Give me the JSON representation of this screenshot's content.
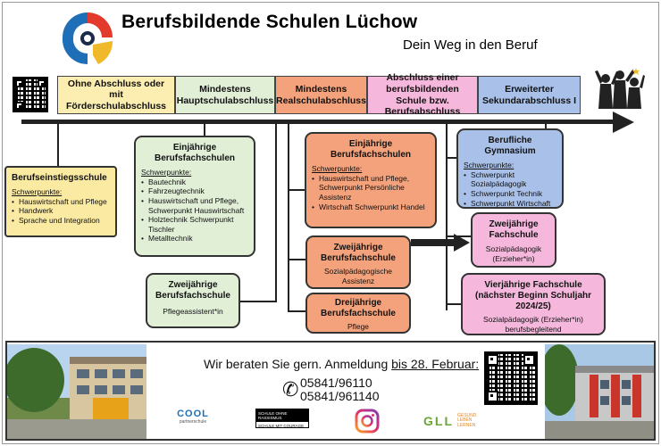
{
  "header": {
    "title": "Berufsbildende Schulen Lüchow",
    "subtitle": "Dein Weg in den Beruf",
    "brand_colors": [
      "#1f6fb8",
      "#e23b2d",
      "#f0b929",
      "#1a2a4a"
    ]
  },
  "levels": [
    {
      "label": "Ohne Abschluss oder mit Förderschulabschluss",
      "color": "#fcedb0"
    },
    {
      "label": "Mindestens Hauptschulabschluss",
      "color": "#e1efd7"
    },
    {
      "label": "Mindestens Realschulabschluss",
      "color": "#f4a27b"
    },
    {
      "label": "Abschluss einer berufsbildenden Schule bzw. Berufsabschluss",
      "color": "#f5b8dc"
    },
    {
      "label": "Erweiterter Sekundarabschluss I",
      "color": "#a9c0e8"
    }
  ],
  "boxes": {
    "berufseinstieg": {
      "title": "Berufseinstiegsschule",
      "sp_label": "Schwerpunkte:",
      "items": [
        "Hauswirtschaft und Pflege",
        "Handwerk",
        "Sprache und Integration"
      ]
    },
    "einjaehrig_hs": {
      "title": "Einjährige Berufsfachschulen",
      "sp_label": "Schwerpunkte:",
      "items": [
        "Bautechnik",
        "Fahrzeugtechnik",
        "Hauswirtschaft und Pflege, Schwerpunkt Hauswirtschaft",
        "Holztechnik Schwerpunkt Tischler",
        "Metalltechnik"
      ]
    },
    "zweijaehrig_hs": {
      "title": "Zweijährige Berufsfachschule",
      "text": "Pflegeassistent*in"
    },
    "einjaehrig_rs": {
      "title": "Einjährige Berufsfachschulen",
      "sp_label": "Schwerpunkte:",
      "items": [
        "Hauswirtschaft und Pflege, Schwerpunkt Persönliche Assistenz",
        "Wirtschaft Schwerpunkt Handel"
      ]
    },
    "zweijaehrig_rs": {
      "title": "Zweijährige Berufsfachschule",
      "text": "Sozialpädagogische Assistenz"
    },
    "dreijaehrig_rs": {
      "title": "Dreijährige Berufsfachschule",
      "text": "Pflege"
    },
    "gymnasium": {
      "title": "Berufliche Gymnasium",
      "sp_label": "Schwerpunkte:",
      "items": [
        "Schwerpunkt Sozialpädagogik",
        "Schwerpunkt Technik",
        "Schwerpunkt Wirtschaft"
      ]
    },
    "zweijaehrig_fs": {
      "title": "Zweijährige Fachschule",
      "text": "Sozialpädagogik (Erzieher*in)"
    },
    "vierjaehrig_fs": {
      "title": "Vierjährige Fachschule (nächster Beginn Schuljahr 2024/25)",
      "text": "Sozialpädagogik (Erzieher*in) berufsbegleitend"
    }
  },
  "footer": {
    "advice_prefix": "Wir beraten Sie gern. Anmeldung ",
    "advice_deadline": "bis 28. Februar:",
    "phone_1": "05841/96110",
    "phone_2": "05841/961140",
    "logo_cool": "COOL",
    "logo_cool_sub": "partnerschule",
    "logo_schule_1": "SCHULE OHNE RASSISMUS",
    "logo_schule_2": "SCHULE MIT COURAGE",
    "logo_gll": "GLL",
    "logo_gll_sub": "GESUND LEBEN LERNEN"
  }
}
